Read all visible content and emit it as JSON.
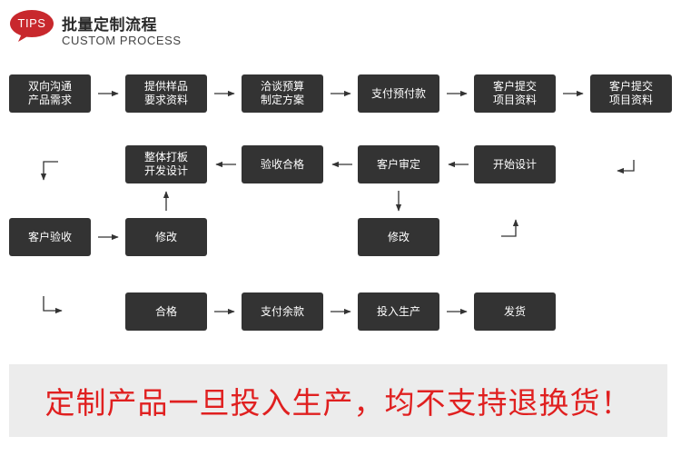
{
  "header": {
    "badge": "TIPS",
    "title": "批量定制流程",
    "subtitle": "CUSTOM PROCESS"
  },
  "steps": {
    "s1": "双向沟通\n产品需求",
    "s2": "提供样品\n要求资料",
    "s3": "洽谈预算\n制定方案",
    "s4": "支付预付款",
    "s5": "客户提交\n项目资料",
    "s6": "客户提交\n项目资料",
    "s7": "开始设计",
    "s8": "客户审定",
    "s9": "验收合格",
    "s10": "整体打板\n开发设计",
    "s11": "修改",
    "s12": "客户验收",
    "s13": "修改",
    "s14": "合格",
    "s15": "支付余款",
    "s16": "投入生产",
    "s17": "发货"
  },
  "notice": "定制产品一旦投入生产，均不支持退换货！",
  "colors": {
    "badge": "#c8282d",
    "box": "#333333",
    "notice_text": "#e02020",
    "notice_bg": "#ececec",
    "arrow": "#333333"
  }
}
